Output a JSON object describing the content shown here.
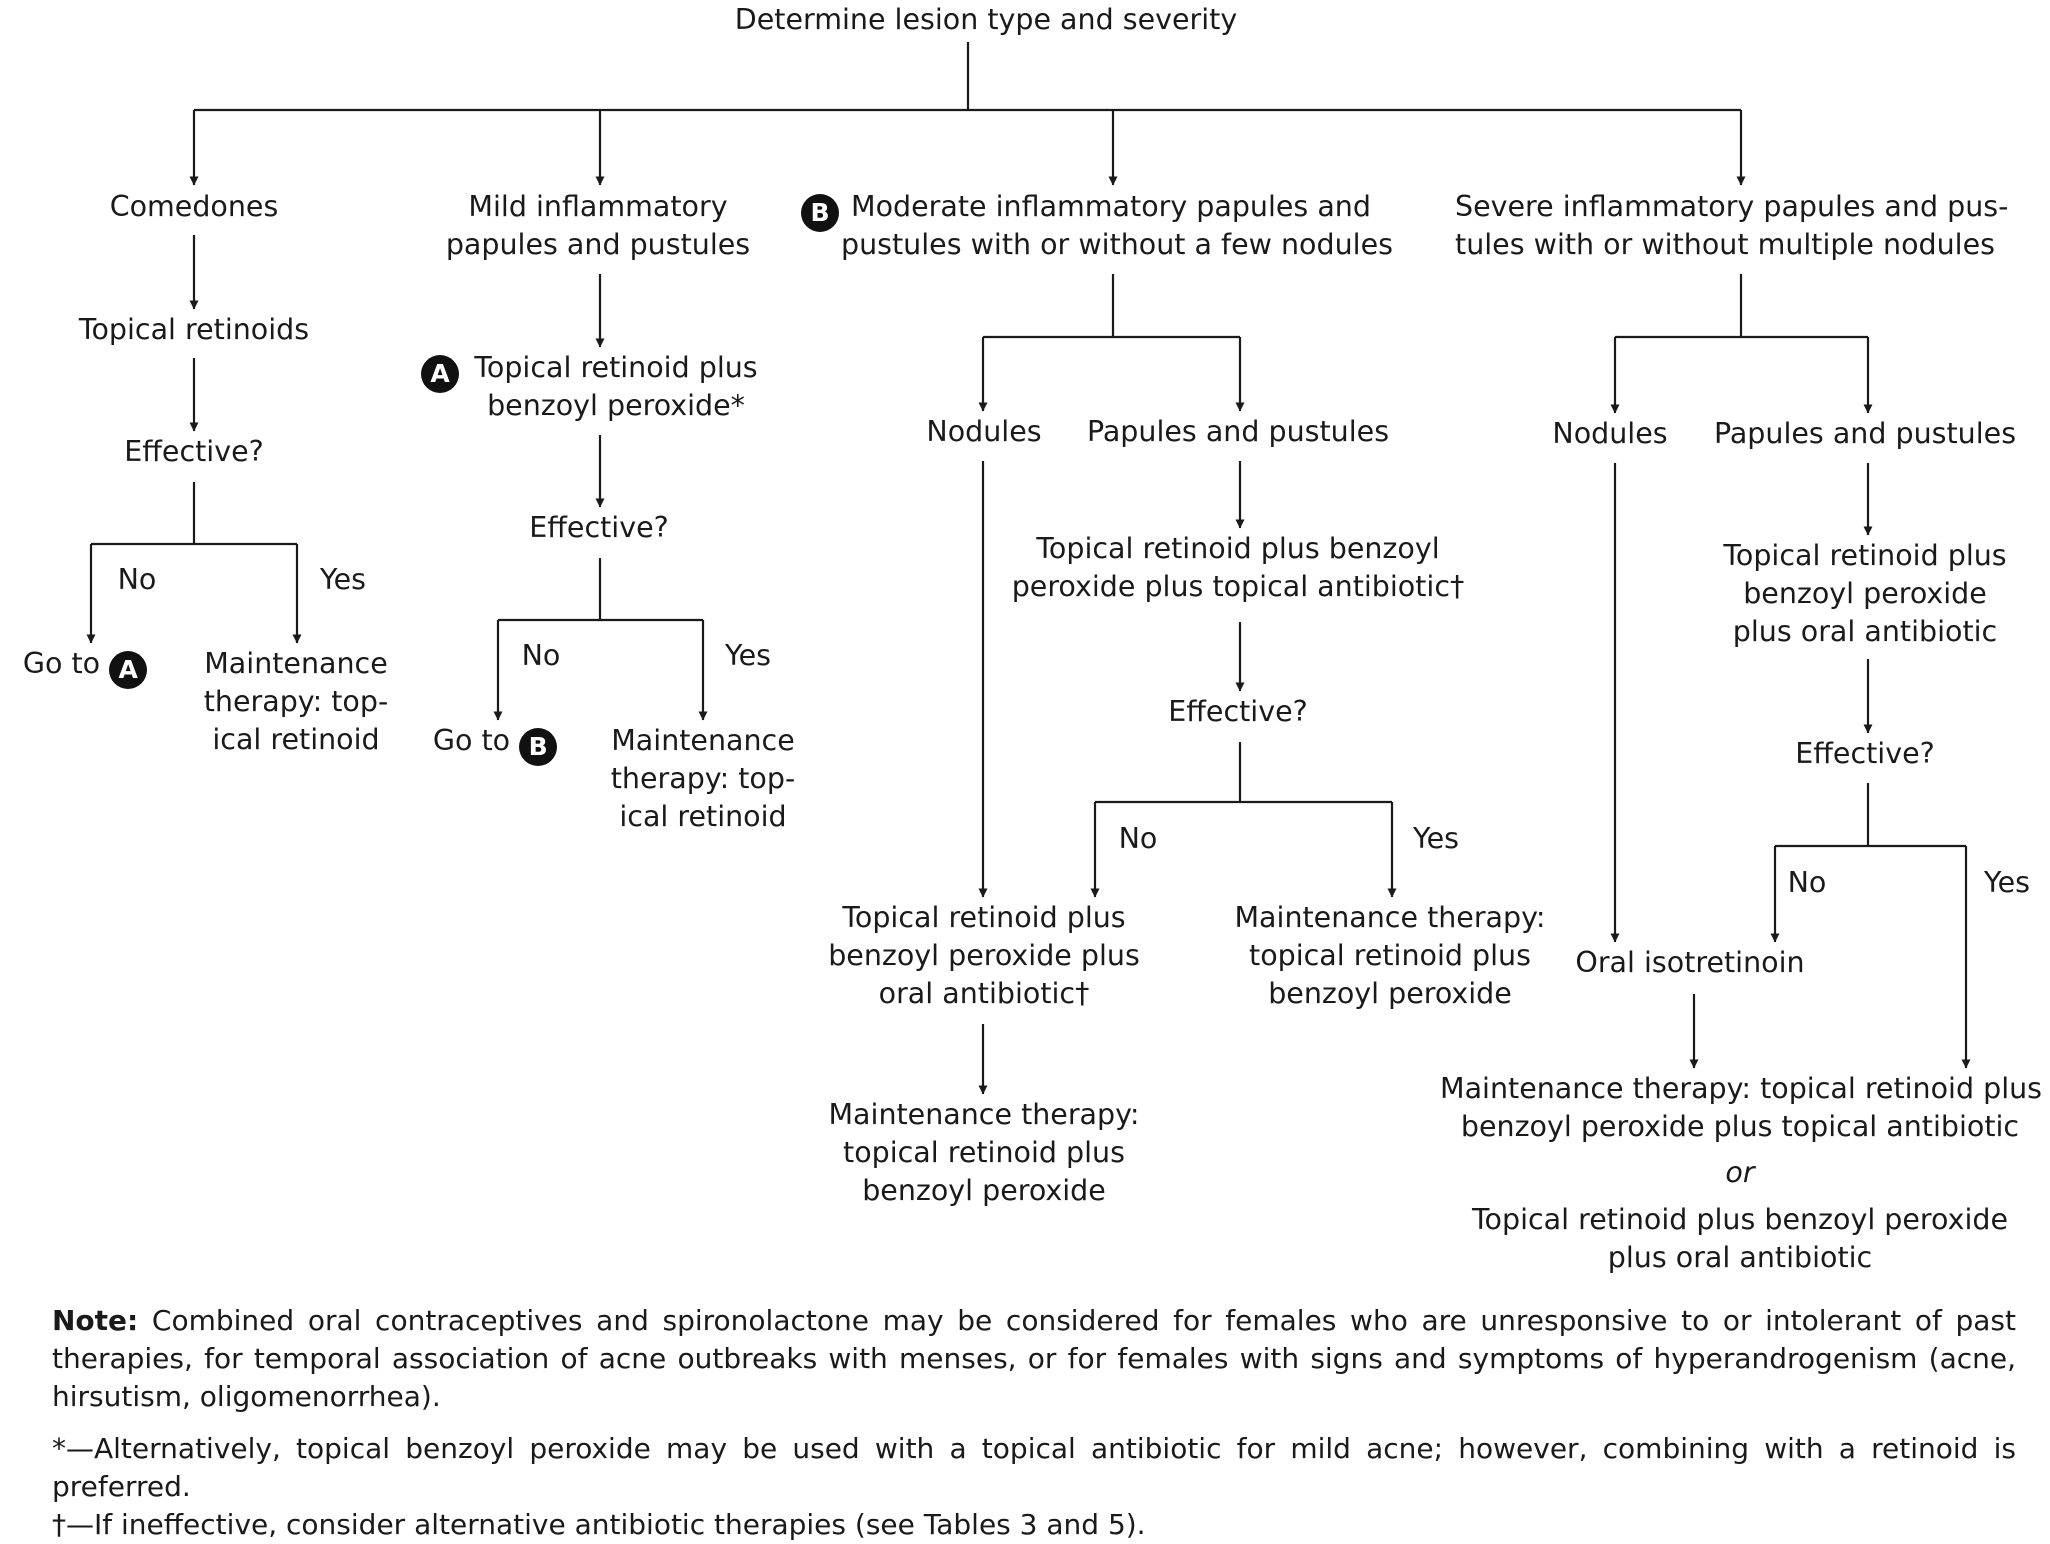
{
  "diagram": {
    "root": "Determine lesion type and severity",
    "badges": {
      "a": "A",
      "b": "B"
    },
    "branch1": {
      "title": "Comedones",
      "step1": "Topical retinoids",
      "question": "Effective?",
      "no": "No",
      "yes": "Yes",
      "goto": "Go to",
      "maintenance": [
        "Maintenance",
        "therapy: top-",
        "ical retinoid"
      ]
    },
    "branch2": {
      "title": [
        "Mild inflammatory",
        "papules and pustules"
      ],
      "step1": [
        "Topical retinoid plus",
        "benzoyl peroxide*"
      ],
      "question": "Effective?",
      "no": "No",
      "yes": "Yes",
      "goto": "Go to",
      "maintenance": [
        "Maintenance",
        "therapy: top-",
        "ical retinoid"
      ]
    },
    "branch3": {
      "title": [
        "Moderate inflammatory papules and",
        "pustules with or without a few nodules"
      ],
      "nodules": "Nodules",
      "papules": "Papules and pustules",
      "step1": [
        "Topical retinoid plus benzoyl",
        "peroxide plus topical antibiotic†"
      ],
      "question": "Effective?",
      "no": "No",
      "yes": "Yes",
      "oral": [
        "Topical retinoid plus",
        "benzoyl peroxide plus",
        "oral antibiotic†"
      ],
      "maintenance_yes": [
        "Maintenance therapy:",
        "topical retinoid plus",
        "benzoyl peroxide"
      ],
      "maintenance_final": [
        "Maintenance therapy:",
        "topical retinoid plus",
        "benzoyl peroxide"
      ]
    },
    "branch4": {
      "title": [
        "Severe inflammatory papules and pus-",
        "tules with or without multiple nodules"
      ],
      "nodules": "Nodules",
      "papules": "Papules and pustules",
      "step1": [
        "Topical retinoid plus",
        "benzoyl peroxide",
        "plus oral antibiotic"
      ],
      "question": "Effective?",
      "no": "No",
      "yes": "Yes",
      "isotretinoin": "Oral isotretinoin",
      "maintenance": [
        "Maintenance therapy: topical retinoid plus",
        "benzoyl peroxide plus topical antibiotic"
      ],
      "or": "or",
      "alternative": [
        "Topical retinoid plus benzoyl peroxide",
        "plus oral antibiotic"
      ]
    }
  },
  "notes": {
    "note_label": "Note:",
    "note_text": "Combined oral contraceptives and spironolactone may be considered for females who are unresponsive to or intolerant of past therapies, for temporal association of acne outbreaks with menses, or for females with signs and symptoms of hyperandrogenism (acne, hirsutism, oligomenorrhea).",
    "footnote_star": "*—Alternatively, topical benzoyl peroxide may be used with a topical antibiotic for mild acne; however, combining with a retinoid is preferred.",
    "footnote_dagger": "†—If ineffective, consider alternative antibiotic therapies (see Tables 3 and 5)."
  },
  "colors": {
    "ink": "#1a1a1a",
    "badge": "#111111"
  }
}
